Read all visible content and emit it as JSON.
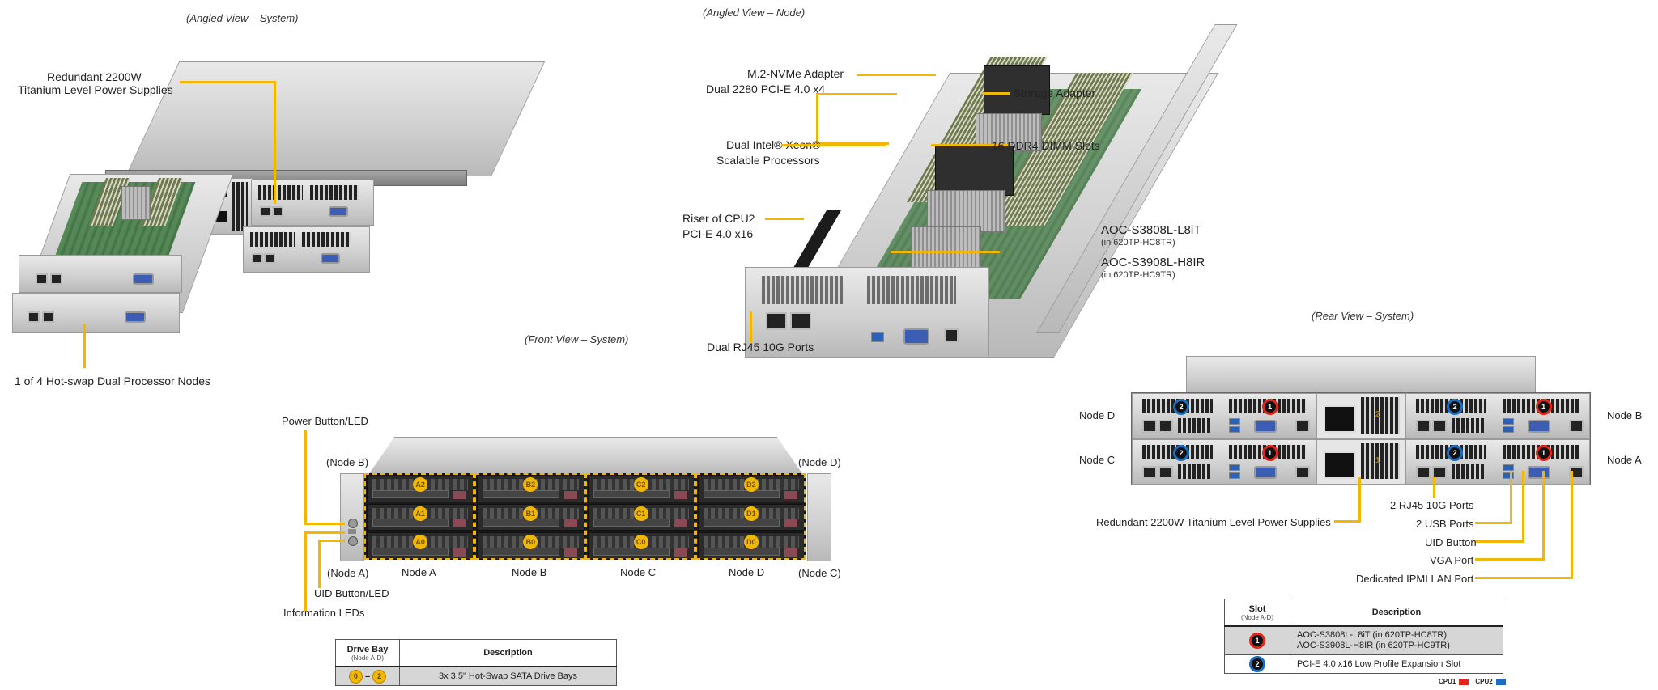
{
  "captions": {
    "angled_system": "(Angled View – System)",
    "angled_node": "(Angled View – Node)",
    "front_system": "(Front View – System)",
    "rear_system": "(Rear View – System)"
  },
  "angled_system": {
    "psu_label_line1": "Redundant 2200W",
    "psu_label_line2": "Titanium Level Power Supplies",
    "node_label": "1 of 4 Hot-swap Dual Processor Nodes"
  },
  "angled_node": {
    "m2_line1": "M.2-NVMe Adapter",
    "m2_line2": "Dual 2280 PCI-E 4.0 x4",
    "cpu_line1": "Dual Intel® Xeon®",
    "cpu_line2": "Scalable Processors",
    "riser_line1": "Riser of CPU2",
    "riser_line2": "PCI-E 4.0 x16",
    "rj45": "Dual RJ45 10G Ports",
    "storage": "Storage Adapter",
    "dimm": "16 DDR4 DIMM Slots",
    "aoc1": "AOC-S3808L-L8iT",
    "aoc1_note": "(in 620TP-HC8TR)",
    "aoc2": "AOC-S3908L-H8IR",
    "aoc2_note": "(in 620TP-HC9TR)"
  },
  "front_system": {
    "power_button": "Power Button/LED",
    "uid_button": "UID Button/LED",
    "info_leds": "Information LEDs",
    "node_b_paren": "(Node B)",
    "node_a_paren": "(Node A)",
    "node_d_paren": "(Node D)",
    "node_c_paren": "(Node C)",
    "node_labels": [
      "Node A",
      "Node B",
      "Node C",
      "Node D"
    ],
    "bays": [
      [
        "A2",
        "B2",
        "C2",
        "D2"
      ],
      [
        "A1",
        "B1",
        "C1",
        "D1"
      ],
      [
        "A0",
        "B0",
        "C0",
        "D0"
      ]
    ]
  },
  "drive_table": {
    "col1_header": "Drive Bay",
    "col1_sub": "(Node A-D)",
    "col2_header": "Description",
    "range_start": "0",
    "range_sep": "–",
    "range_end": "2",
    "description": "3x 3.5\" Hot-Swap SATA Drive Bays"
  },
  "rear_system": {
    "node_d": "Node D",
    "node_c": "Node C",
    "node_b": "Node B",
    "node_a": "Node A",
    "psu": "Redundant 2200W Titanium Level Power Supplies",
    "rj45": "2 RJ45 10G Ports",
    "usb": "2 USB Ports",
    "uid": "UID Button",
    "vga": "VGA Port",
    "ipmi": "Dedicated IPMI LAN Port",
    "slot1": "1",
    "slot2": "2",
    "psu_marks": [
      "2",
      "1"
    ]
  },
  "slot_table": {
    "col1_header": "Slot",
    "col1_sub": "(Node A-D)",
    "col2_header": "Description",
    "rows": [
      {
        "slot": "1",
        "cpu": "cpu1",
        "line1": "AOC-S3808L-L8iT  (in 620TP-HC8TR)",
        "line2": "AOC-S3908L-H8IR  (in 620TP-HC9TR)"
      },
      {
        "slot": "2",
        "cpu": "cpu2",
        "line1": "PCI-E 4.0 x16 Low Profile Expansion Slot",
        "line2": ""
      }
    ]
  },
  "legend": {
    "cpu1_label": "CPU1",
    "cpu1_color": "#e3261c",
    "cpu2_label": "CPU2",
    "cpu2_color": "#1b6fc2"
  },
  "accent_color": "#f2b705"
}
